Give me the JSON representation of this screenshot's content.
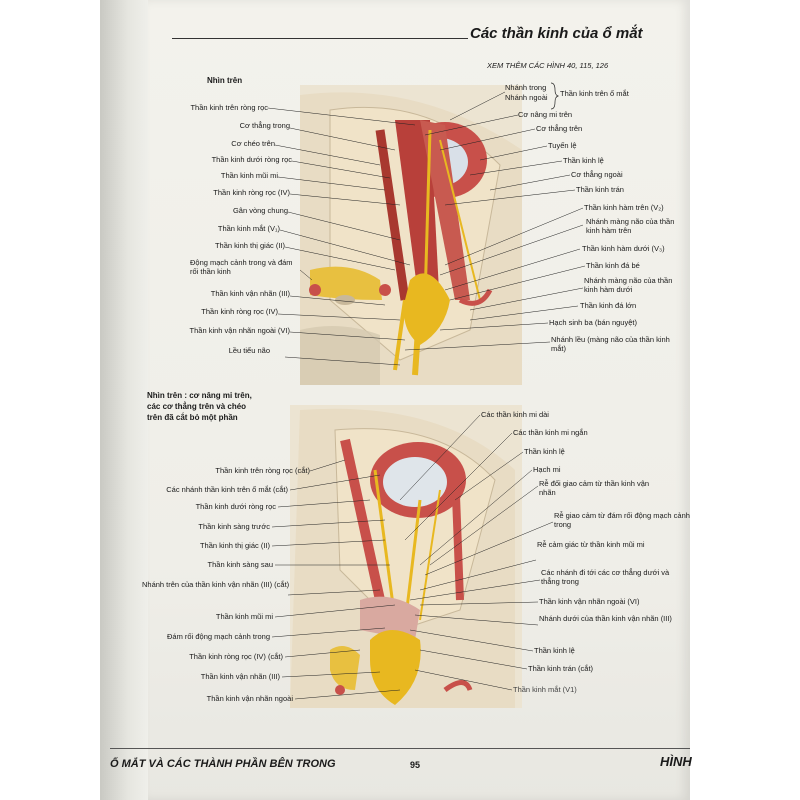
{
  "header": {
    "title": "Các thần kinh của ổ mắt",
    "see_also": "XEM THÊM CÁC HÌNH 40, 115, 126"
  },
  "figure_top": {
    "view": "Nhìn trên",
    "left_labels": [
      "Thần kinh trên ròng rọc",
      "Cơ thẳng trong",
      "Cơ chéo trên",
      "Thần kinh dưới ròng rọc",
      "Thần kinh mũi mi",
      "Thần kinh ròng rọc (IV)",
      "Gân vòng chung",
      "Thần kinh mắt (V₁)",
      "Thần kinh thị giác (II)",
      "Động mạch cảnh trong và đám rối thần kinh",
      "Thần kinh vận nhãn (III)",
      "Thần kinh ròng rọc (IV)",
      "Thần kinh vận nhãn ngoài (VI)",
      "Lều tiểu não"
    ],
    "right_labels": [
      "Nhánh trong",
      "Nhánh ngoài",
      "Thần kinh trên ổ mắt",
      "Cơ nâng mi trên",
      "Cơ thẳng trên",
      "Tuyến lệ",
      "Thần kinh lệ",
      "Cơ thẳng ngoài",
      "Thần kinh trán",
      "Thần kinh hàm trên (V₂)",
      "Nhánh màng não của thần kinh hàm trên",
      "Thần kinh hàm dưới (V₃)",
      "Thần kinh đá bé",
      "Nhánh màng não của thần kinh hàm dưới",
      "Thần kinh đá lớn",
      "Hạch sinh ba (bán nguyệt)",
      "Nhánh lều (màng não của thần kinh mắt)"
    ]
  },
  "figure_bottom": {
    "view": "Nhìn trên : cơ nâng mi trên, các cơ thẳng trên và chéo trên đã cắt bỏ một phần",
    "left_labels": [
      "Thần kinh trên ròng rọc (cắt)",
      "Các nhánh thần kinh trên ổ mắt (cắt)",
      "Thần kinh dưới ròng rọc",
      "Thần kinh sàng trước",
      "Thần kinh thị giác (II)",
      "Thần kinh sàng sau",
      "Nhánh trên của thần kinh vận nhãn (III) (cắt)",
      "Thần kinh mũi mi",
      "Đám rối động mạch cảnh trong",
      "Thần kinh ròng rọc (IV) (cắt)",
      "Thần kinh vận nhãn (III)",
      "Thần kinh vận nhãn ngoài"
    ],
    "right_labels": [
      "Các thần kinh mi dài",
      "Các thần kinh mi ngắn",
      "Thần kinh lệ",
      "Hạch mi",
      "Rễ đối giao cảm từ thần kinh vận nhãn",
      "Rễ giao cảm từ đám rối động mạch cảnh trong",
      "Rễ cảm giác từ thần kinh mũi mi",
      "Các nhánh đi tới các cơ thẳng dưới và thẳng trong",
      "Thần kinh vận nhãn ngoài (VI)",
      "Nhánh dưới của thần kinh vận nhãn (III)",
      "Thần kinh lệ",
      "Thần kinh trán (cắt)",
      "Thần kinh mắt (V1)"
    ]
  },
  "footer": {
    "section": "Ổ MẮT VÀ CÁC THÀNH PHẦN BÊN TRONG",
    "page_number": "95",
    "right_text": "HÌNH"
  },
  "colors": {
    "nerve": "#e8b820",
    "muscle": "#c8504a",
    "bone": "#e8dcc4",
    "dura": "#d9c7a8"
  }
}
